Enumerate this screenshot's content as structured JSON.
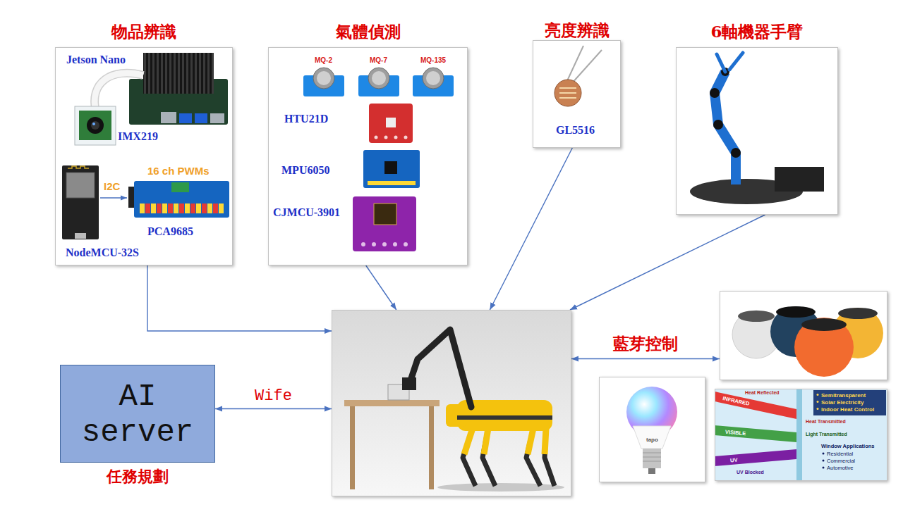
{
  "diagram": {
    "nodes": [
      {
        "text": [
          "物品辨識",
          "Jetson Nano",
          "IMX219",
          "I2C",
          "16 ch PWMs",
          "PCA9685",
          "NodeMCU-32S"
        ]
      },
      {
        "text": [
          "氣體偵測",
          "MQ-2",
          "MQ-7",
          "MQ-135",
          "HTU21D",
          "MPU6050",
          "CJMCU-3901"
        ]
      },
      {
        "text": [
          "亮度辨識",
          "GL5516"
        ]
      },
      {
        "text": [
          "6軸機器手臂"
        ]
      },
      {
        "text": []
      },
      {
        "text": [
          "AI server",
          "任務規劃"
        ]
      },
      {
        "text": []
      },
      {
        "text": [
          "tapo"
        ]
      },
      {
        "text": [
          "INFRARED",
          "Heat Reflected",
          "Heat Transmitted",
          "VISIBLE",
          "Light Transmitted",
          "UV",
          "UV Blocked",
          "Semitransparent",
          "Solar Electricity",
          "Indoor Heat Control",
          "Window Applications",
          "Residential",
          "Commercial",
          "Automotive"
        ]
      }
    ],
    "edges": [
      {
        "from": 0,
        "to": 4,
        "arrow": "to"
      },
      {
        "from": 1,
        "to": 4,
        "arrow": "to"
      },
      {
        "from": 2,
        "to": 4,
        "arrow": "to"
      },
      {
        "from": 3,
        "to": 4,
        "arrow": "to"
      },
      {
        "from": 5,
        "to": 4,
        "label": "Wife",
        "arrow": "both"
      },
      {
        "from": 4,
        "to": 6,
        "label": "藍芽控制",
        "arrow": "both"
      }
    ]
  }
}
